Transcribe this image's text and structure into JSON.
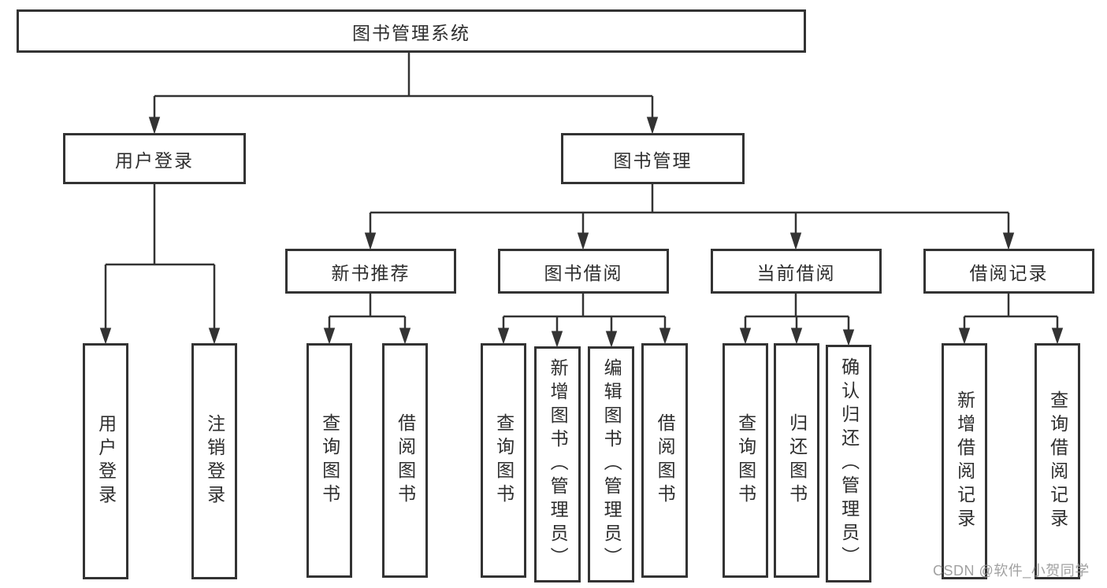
{
  "diagram_title": "图书管理系统",
  "nodes": [
    {
      "id": "root",
      "label": "图书管理系统"
    },
    {
      "id": "user-login",
      "label": "用户登录"
    },
    {
      "id": "book-management",
      "label": "图书管理"
    },
    {
      "id": "new-book-recommend",
      "label": "新书推荐"
    },
    {
      "id": "book-borrow",
      "label": "图书借阅"
    },
    {
      "id": "current-borrow",
      "label": "当前借阅"
    },
    {
      "id": "borrow-records",
      "label": "借阅记录"
    },
    {
      "id": "user-login-action",
      "label": "用户登录"
    },
    {
      "id": "logout-action",
      "label": "注销登录"
    },
    {
      "id": "nb-query-books",
      "label": "查询图书"
    },
    {
      "id": "nb-borrow-books",
      "label": "借阅图书"
    },
    {
      "id": "bb-query-books",
      "label": "查询图书"
    },
    {
      "id": "bb-add-books-admin",
      "label": "新增图书（管理员）"
    },
    {
      "id": "bb-edit-books-admin",
      "label": "编辑图书（管理员）"
    },
    {
      "id": "bb-borrow-books",
      "label": "借阅图书"
    },
    {
      "id": "cb-query-books",
      "label": "查询图书"
    },
    {
      "id": "cb-return-books",
      "label": "归还图书"
    },
    {
      "id": "cb-confirm-return-admin",
      "label": "确认归还（管理员）"
    },
    {
      "id": "br-add-borrow-record",
      "label": "新增借阅记录"
    },
    {
      "id": "br-query-borrow-record",
      "label": "查询借阅记录"
    }
  ],
  "edges": [
    [
      "root",
      "user-login"
    ],
    [
      "root",
      "book-management"
    ],
    [
      "user-login",
      "user-login-action"
    ],
    [
      "user-login",
      "logout-action"
    ],
    [
      "book-management",
      "new-book-recommend"
    ],
    [
      "book-management",
      "book-borrow"
    ],
    [
      "book-management",
      "current-borrow"
    ],
    [
      "book-management",
      "borrow-records"
    ],
    [
      "new-book-recommend",
      "nb-query-books"
    ],
    [
      "new-book-recommend",
      "nb-borrow-books"
    ],
    [
      "book-borrow",
      "bb-query-books"
    ],
    [
      "book-borrow",
      "bb-add-books-admin"
    ],
    [
      "book-borrow",
      "bb-edit-books-admin"
    ],
    [
      "book-borrow",
      "bb-borrow-books"
    ],
    [
      "current-borrow",
      "cb-query-books"
    ],
    [
      "current-borrow",
      "cb-return-books"
    ],
    [
      "current-borrow",
      "cb-confirm-return-admin"
    ],
    [
      "borrow-records",
      "br-add-borrow-record"
    ],
    [
      "borrow-records",
      "br-query-borrow-record"
    ]
  ],
  "watermark": "CSDN @软件_小贺同学",
  "colors": {
    "line": "#333333",
    "box_border": "#333333",
    "box_background": "#ffffff",
    "label_text": "#2e2e2e",
    "watermark_text": "#949494",
    "page_background": "#ffffff"
  }
}
